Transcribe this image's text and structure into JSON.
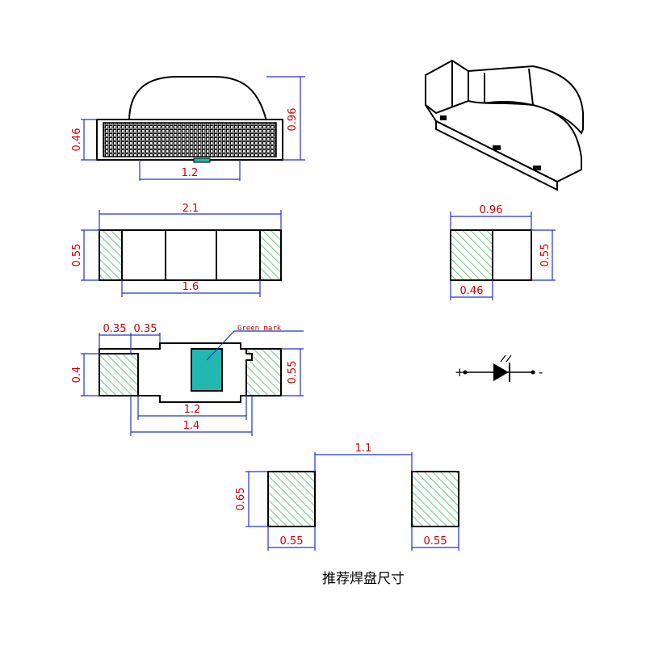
{
  "colors": {
    "outline": "#000000",
    "dimension_line": "#2233cc",
    "dimension_text": "#cc0000",
    "hatch": "#22aa44",
    "lens": "#20b8b0"
  },
  "side_view": {
    "height_label": "0.96",
    "pad_height_label": "0.46",
    "bottom_width_label": "1.2"
  },
  "front_view": {
    "length_label": "2.1",
    "height_label": "0.55",
    "inner_label": "1.6"
  },
  "end_view": {
    "width_label": "0.96",
    "height_label": "0.55",
    "pad_label": "0.46"
  },
  "bottom_view": {
    "pad_a_label": "0.35",
    "pad_b_label": "0.35",
    "mark_label": "Green mark",
    "left_height_label": "0.4",
    "right_height_label": "0.55",
    "inner_label": "1.2",
    "outer_label": "1.4"
  },
  "diode_symbol": {
    "plus": "+",
    "minus": "-"
  },
  "footprint": {
    "gap_label": "1.1",
    "height_label": "0.65",
    "left_width_label": "0.55",
    "right_width_label": "0.55",
    "caption": "推荐焊盘尺寸"
  }
}
